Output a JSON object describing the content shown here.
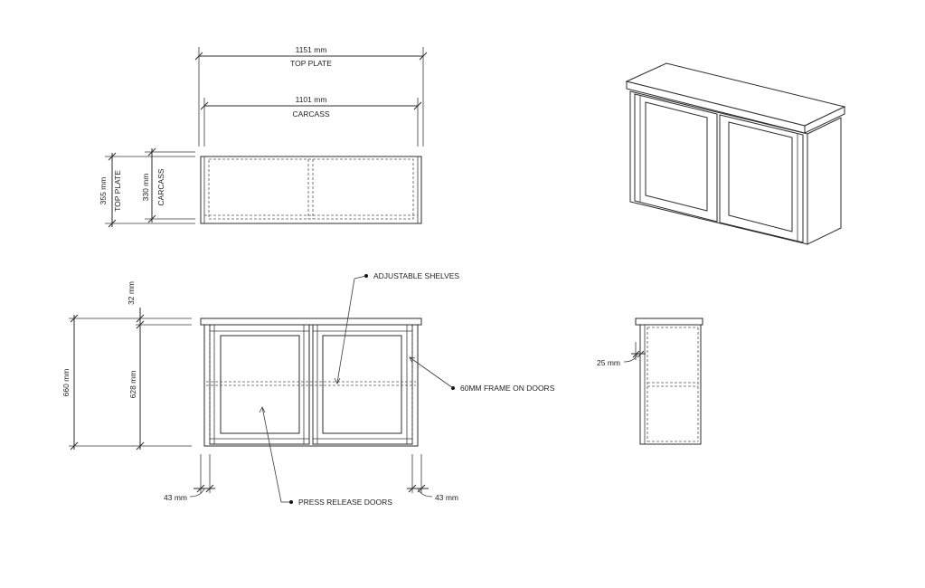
{
  "dimensions": {
    "top_plate_width": "1151 mm",
    "top_plate_width_label": "TOP PLATE",
    "carcass_width": "1101 mm",
    "carcass_width_label": "CARCASS",
    "top_plate_depth": "355 mm",
    "top_plate_depth_label": "TOP PLATE",
    "carcass_depth": "330 mm",
    "carcass_depth_label": "CARCASS",
    "top_plate_thickness": "32 mm",
    "overall_height": "660 mm",
    "carcass_height": "628 mm",
    "left_inset": "43 mm",
    "right_inset": "43 mm",
    "side_offset": "25 mm"
  },
  "callouts": {
    "shelves": "ADJUSTABLE SHELVES",
    "frame": "60MM FRAME ON DOORS",
    "doors": "PRESS RELEASE DOORS"
  }
}
